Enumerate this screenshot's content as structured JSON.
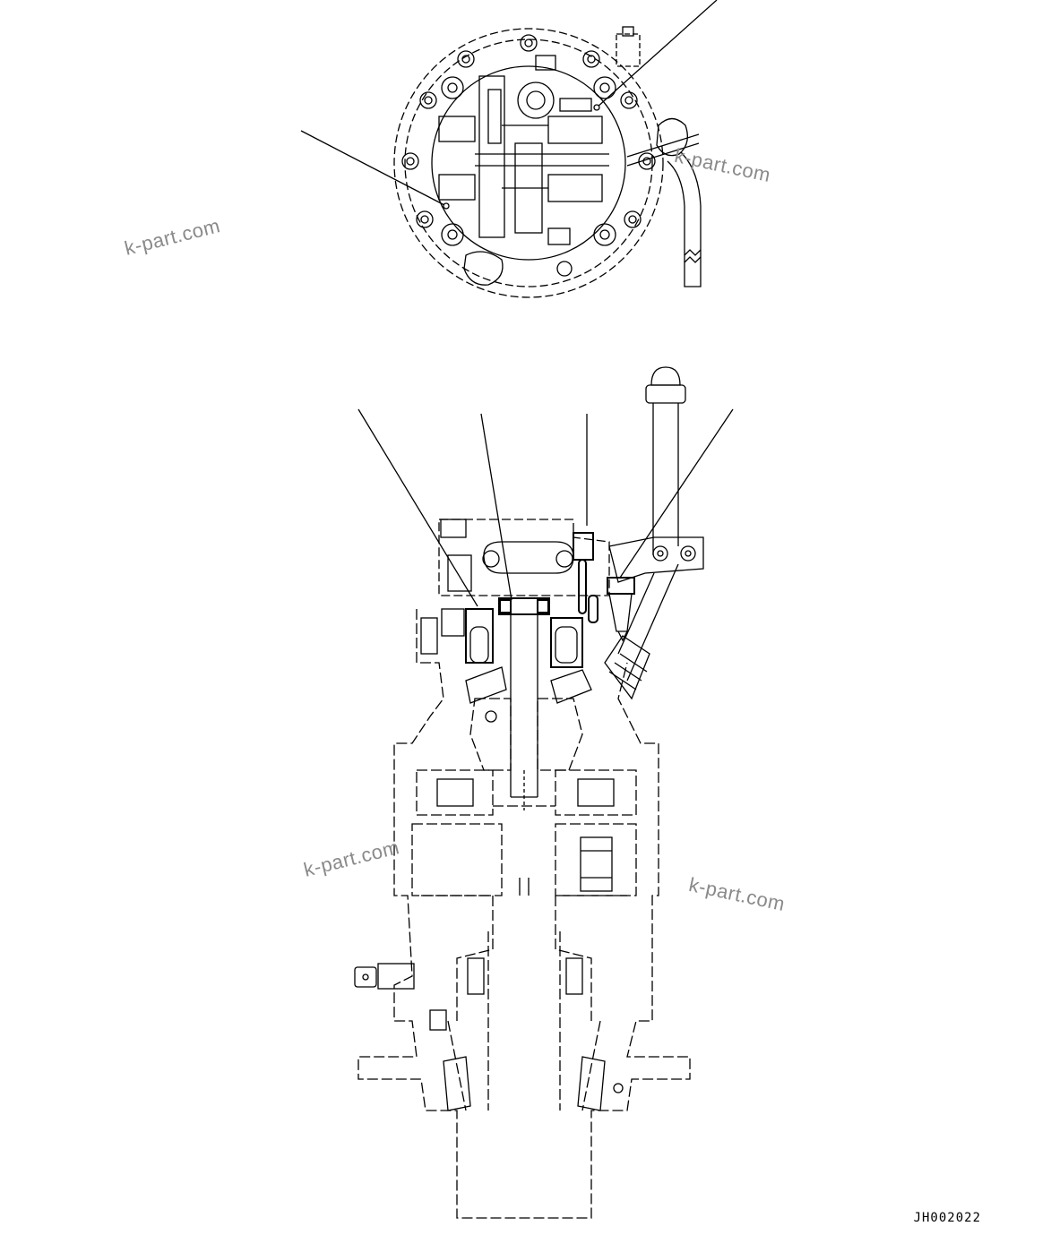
{
  "watermarks": {
    "wm1": "k-part.com",
    "wm2": "k-part.com",
    "wm3": "k-part.com",
    "wm4": "k-part.com"
  },
  "drawing_id": "JH002022",
  "colors": {
    "line": "#000000",
    "watermark": "#8a8a8a",
    "background": "#ffffff"
  }
}
